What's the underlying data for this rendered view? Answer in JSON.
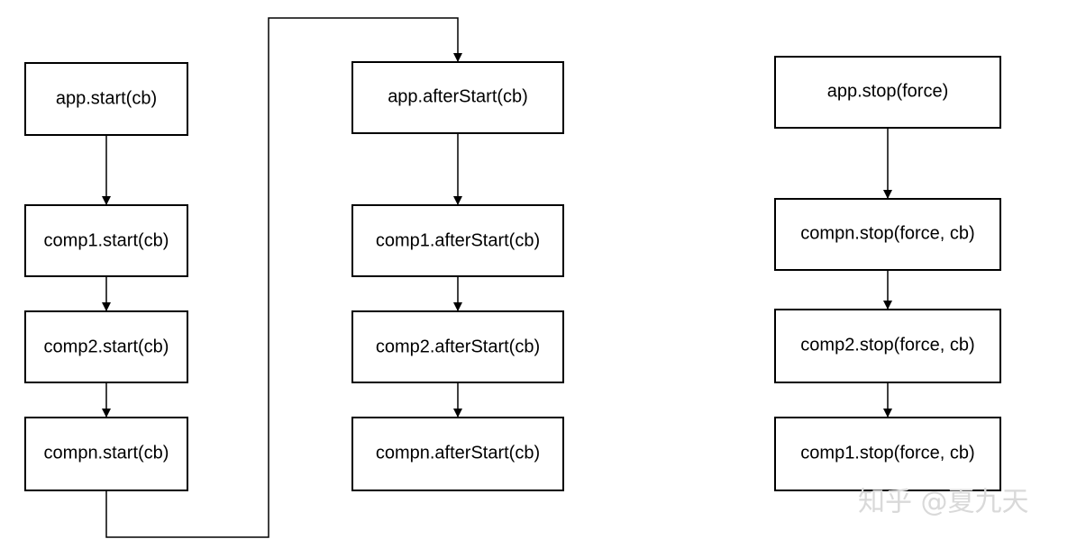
{
  "nodes": {
    "app_start": {
      "label": "app.start(cb)"
    },
    "comp1_start": {
      "label": "comp1.start(cb)"
    },
    "comp2_start": {
      "label": "comp2.start(cb)"
    },
    "compn_start": {
      "label": "compn.start(cb)"
    },
    "app_afterstart": {
      "label": "app.afterStart(cb)"
    },
    "comp1_afterstart": {
      "label": "comp1.afterStart(cb)"
    },
    "comp2_afterstart": {
      "label": "comp2.afterStart(cb)"
    },
    "compn_afterstart": {
      "label": "compn.afterStart(cb)"
    },
    "app_stop": {
      "label": "app.stop(force)"
    },
    "compn_stop": {
      "label": "compn.stop(force, cb)"
    },
    "comp2_stop": {
      "label": "comp2.stop(force, cb)"
    },
    "comp1_stop": {
      "label": "comp1.stop(force, cb)"
    }
  },
  "edges": [
    {
      "from": "app_start",
      "to": "comp1_start"
    },
    {
      "from": "comp1_start",
      "to": "comp2_start"
    },
    {
      "from": "comp2_start",
      "to": "compn_start"
    },
    {
      "from": "compn_start",
      "to": "app_afterstart"
    },
    {
      "from": "app_afterstart",
      "to": "comp1_afterstart"
    },
    {
      "from": "comp1_afterstart",
      "to": "comp2_afterstart"
    },
    {
      "from": "comp2_afterstart",
      "to": "compn_afterstart"
    },
    {
      "from": "app_stop",
      "to": "compn_stop"
    },
    {
      "from": "compn_stop",
      "to": "comp2_stop"
    },
    {
      "from": "comp2_stop",
      "to": "comp1_stop"
    }
  ],
  "watermark": {
    "text": "知乎 @夏九天",
    "color": "#d9d9d9"
  },
  "colors": {
    "stroke": "#000000",
    "background": "#ffffff"
  }
}
